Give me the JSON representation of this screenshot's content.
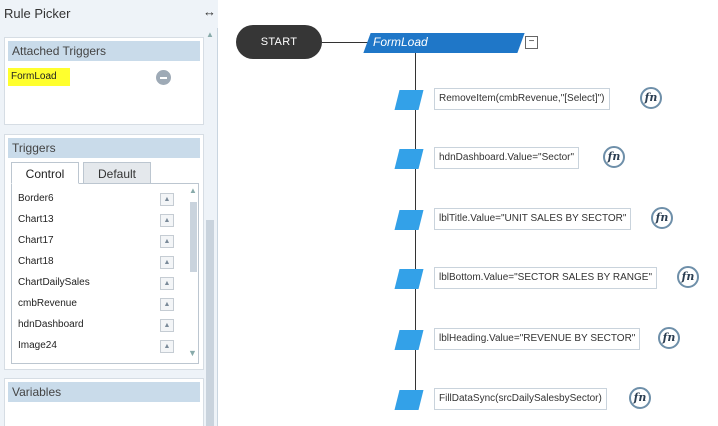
{
  "left_panel": {
    "title": "Rule Picker",
    "swap_icon": "↔",
    "attached_triggers": {
      "header": "Attached Triggers",
      "items": [
        {
          "label": "FormLoad"
        }
      ]
    },
    "triggers": {
      "header": "Triggers",
      "tabs": [
        "Control",
        "Default"
      ],
      "active_tab": "Control",
      "items": [
        "Border6",
        "Chart13",
        "Chart17",
        "Chart18",
        "ChartDailySales",
        "cmbRevenue",
        "hdnDashboard",
        "Image24"
      ]
    },
    "variables": {
      "header": "Variables"
    }
  },
  "canvas": {
    "start_label": "START",
    "event_label": "FormLoad",
    "collapse_symbol": "−",
    "fn_label": "fn",
    "actions": [
      "RemoveItem(cmbRevenue,\"[Select]\")",
      "hdnDashboard.Value=\"Sector\"",
      "lblTitle.Value=\"UNIT SALES BY SECTOR\"",
      "lblBottom.Value=\"SECTOR SALES BY RANGE\"",
      "lblHeading.Value=\"REVENUE BY SECTOR\"",
      "FillDataSync(srcDailySalesbySector)"
    ]
  },
  "colors": {
    "panel_bg": "#eef3f8",
    "section_header": "#c9dbea",
    "highlight": "#ffff2e",
    "start_node": "#363636",
    "event_node": "#1f77c8",
    "action_tab": "#33a1e8"
  }
}
